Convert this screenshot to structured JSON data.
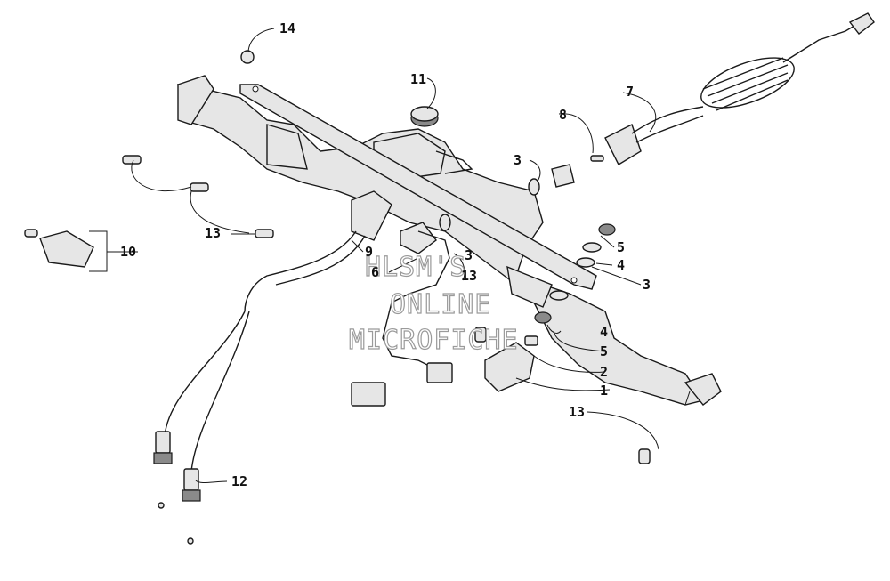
{
  "callouts": {
    "c1": "1",
    "c2": "2",
    "c3a": "3",
    "c3b": "3",
    "c3c": "3",
    "c4a": "4",
    "c4b": "4",
    "c5a": "5",
    "c5b": "5",
    "c6": "6",
    "c7": "7",
    "c8": "8",
    "c9": "9",
    "c10": "10",
    "c11": "11",
    "c12": "12",
    "c13a": "13",
    "c13b": "13",
    "c13c": "13",
    "c14": "14"
  },
  "watermark": [
    "HLSM'S",
    "ONLINE",
    "MICROFICHE"
  ]
}
